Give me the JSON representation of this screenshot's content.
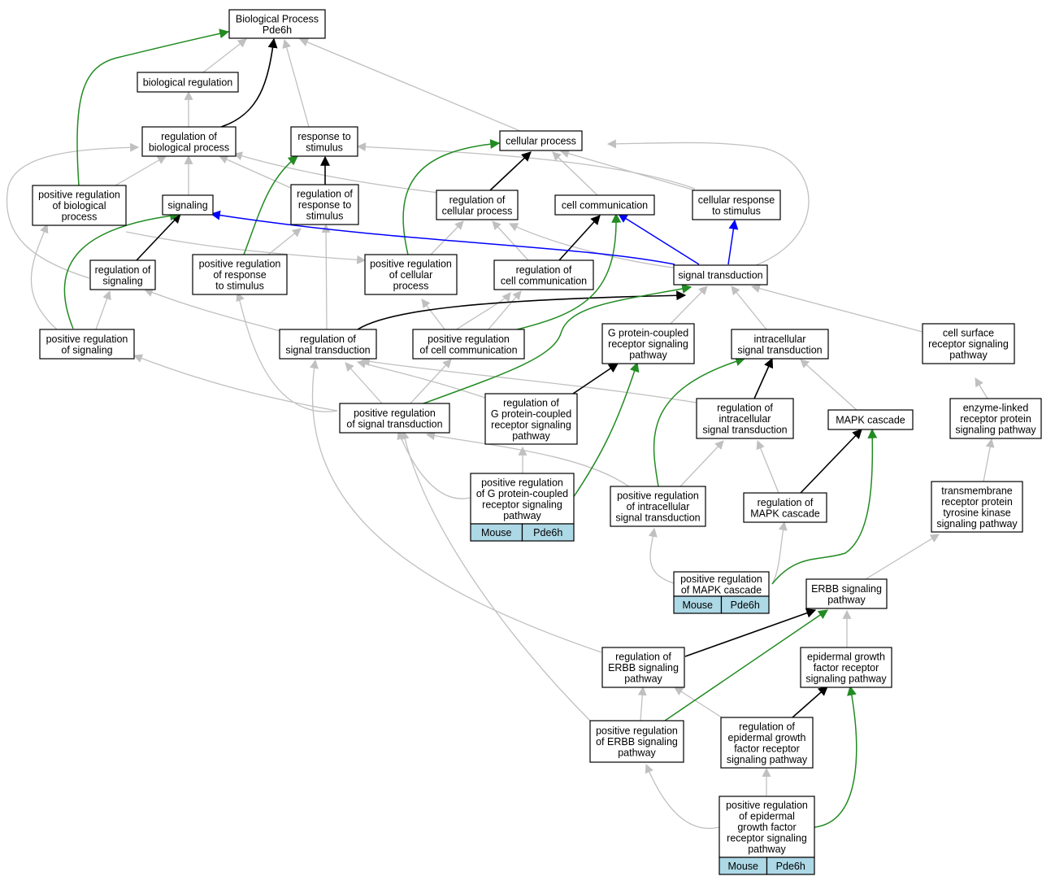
{
  "nodes": {
    "bp": [
      "Biological Process",
      "Pde6h"
    ],
    "bioreg": [
      "biological regulation"
    ],
    "regbp": [
      "regulation of",
      "biological process"
    ],
    "resp": [
      "response to",
      "stimulus"
    ],
    "cellproc": [
      "cellular process"
    ],
    "posregbp": [
      "positive regulation",
      "of biological",
      "process"
    ],
    "signaling": [
      "signaling"
    ],
    "regresp": [
      "regulation of",
      "response to",
      "stimulus"
    ],
    "regcell": [
      "regulation of",
      "cellular process"
    ],
    "cellcomm": [
      "cell communication"
    ],
    "cellresp": [
      "cellular response",
      "to stimulus"
    ],
    "regsig": [
      "regulation of",
      "signaling"
    ],
    "posregresp": [
      "positive regulation",
      "of response",
      "to stimulus"
    ],
    "posregcell": [
      "positive regulation",
      "of cellular",
      "process"
    ],
    "regcellcomm": [
      "regulation of",
      "cell communication"
    ],
    "sigtrans": [
      "signal transduction"
    ],
    "posregsig": [
      "positive regulation",
      "of signaling"
    ],
    "regsigtrans": [
      "regulation of",
      "signal transduction"
    ],
    "posregcellcomm": [
      "positive regulation",
      "of cell communication"
    ],
    "gpcr": [
      "G protein-coupled",
      "receptor signaling",
      "pathway"
    ],
    "intra": [
      "intracellular",
      "signal transduction"
    ],
    "cellsurf": [
      "cell surface",
      "receptor signaling",
      "pathway"
    ],
    "posregsigtrans": [
      "positive regulation",
      "of signal transduction"
    ],
    "reggpcr": [
      "regulation of",
      "G protein-coupled",
      "receptor signaling",
      "pathway"
    ],
    "regintra": [
      "regulation of",
      "intracellular",
      "signal transduction"
    ],
    "mapk": [
      "MAPK cascade"
    ],
    "enzyme": [
      "enzyme-linked",
      "receptor protein",
      "signaling pathway"
    ],
    "posreggpcr": [
      "positive regulation",
      "of G protein-coupled",
      "receptor signaling",
      "pathway"
    ],
    "posregintra": [
      "positive regulation",
      "of intracellular",
      "signal transduction"
    ],
    "regmapk": [
      "regulation of",
      "MAPK cascade"
    ],
    "rtk": [
      "transmembrane",
      "receptor protein",
      "tyrosine kinase",
      "signaling pathway"
    ],
    "posregmapk": [
      "positive regulation",
      "of MAPK cascade"
    ],
    "erbb": [
      "ERBB signaling",
      "pathway"
    ],
    "regerbb": [
      "regulation of",
      "ERBB signaling",
      "pathway"
    ],
    "egfr": [
      "epidermal growth",
      "factor receptor",
      "signaling pathway"
    ],
    "posregerbb": [
      "positive regulation",
      "of ERBB signaling",
      "pathway"
    ],
    "regegfr": [
      "regulation of",
      "epidermal growth",
      "factor receptor",
      "signaling pathway"
    ],
    "posregegfr": [
      "positive regulation",
      "of epidermal",
      "growth factor",
      "receptor signaling",
      "pathway"
    ]
  },
  "annotations": {
    "posreggpcr": [
      "Mouse",
      "Pde6h"
    ],
    "posregmapk": [
      "Mouse",
      "Pde6h"
    ],
    "posregegfr": [
      "Mouse",
      "Pde6h"
    ]
  },
  "edge_colors": {
    "gray": "#c0c0c0",
    "black": "#000000",
    "green": "#228b22",
    "blue": "#0000ff",
    "annotation_fill": "#add8e6"
  }
}
